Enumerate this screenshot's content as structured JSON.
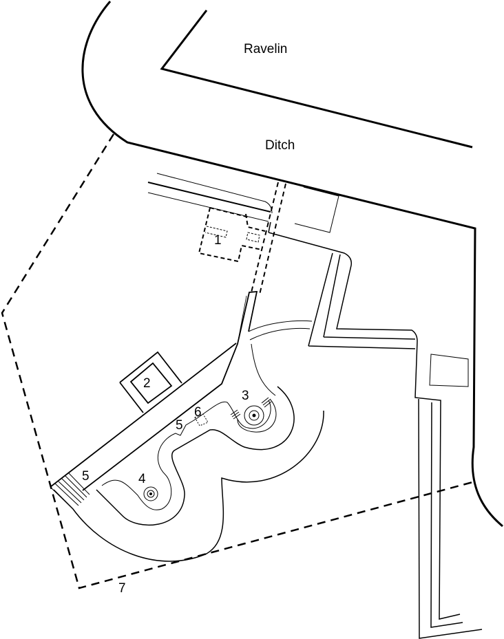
{
  "labels": {
    "ravelin": "Ravelin",
    "ditch": "Ditch",
    "n1": "1",
    "n2": "2",
    "n3": "3",
    "n4": "4",
    "n5a": "5",
    "n5b": "5",
    "n6": "6",
    "n7": "7"
  },
  "colors": {
    "stroke": "#000000",
    "background": "#ffffff"
  }
}
